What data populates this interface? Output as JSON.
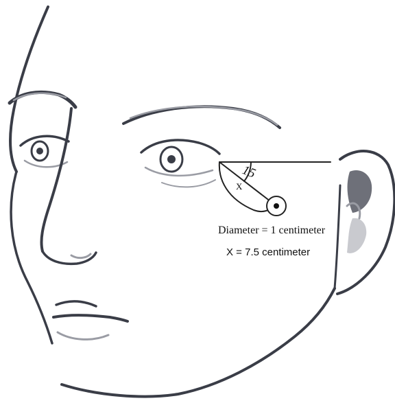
{
  "diagram": {
    "angle_label": "15",
    "segment_label": "X",
    "caption_diameter": "Diameter = 1 centimeter",
    "caption_distance": "X = 7.5 centimeter"
  },
  "colors": {
    "sketch_stroke": "#3a3d47",
    "measure_stroke": "#222222",
    "background": "#ffffff"
  }
}
